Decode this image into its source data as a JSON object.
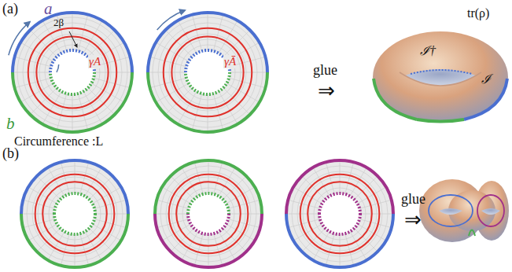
{
  "diagram": {
    "labels": [
      "(a)",
      "a",
      "b",
      "2β",
      "γA",
      "γĀ",
      "Circumference :L",
      "glue",
      "⇒",
      "tr(ρ)",
      "ℐ†",
      "ℐ",
      "(b)",
      "glue",
      "⇒"
    ]
  }
}
